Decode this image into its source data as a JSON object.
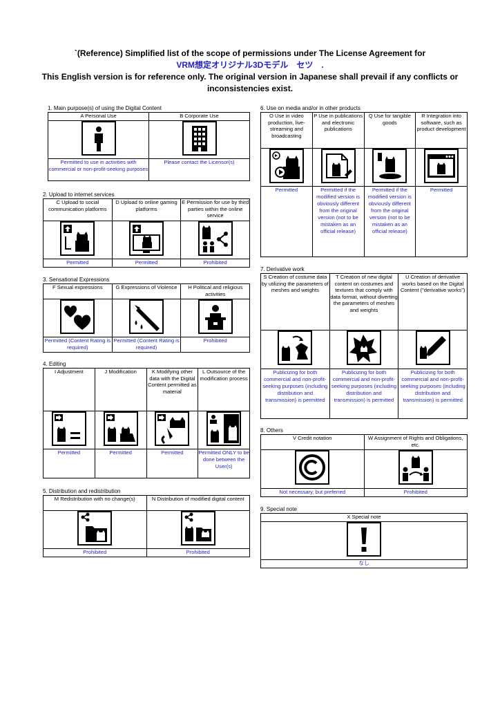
{
  "header": {
    "line1": "`(Reference) Simplified list of the scope of permissions under The License Agreement for",
    "line2": "VRM想定オリジナル3Dモデル　セツ　.",
    "line3": "This English version is for reference only. The original version in Japanese shall prevail if any conflicts or",
    "line4": "inconsistencies exist."
  },
  "colors": {
    "status_text": "#1f1fc8",
    "border": "#000000"
  },
  "sections": {
    "s1": {
      "title": "1. Main purpose(s) of using the Digital Content",
      "items": [
        {
          "label": "A Personal Use",
          "icon": "person-icon",
          "status": "Permitted to use in activities with commercial or non-profit-seeking purposes"
        },
        {
          "label": "B  Corporate Use",
          "icon": "building-icon",
          "status": "Please contact the Licensor(s)"
        }
      ]
    },
    "s2": {
      "title": "2. Upload to internet services",
      "items": [
        {
          "label": "C Upload to social communication platforms",
          "icon": "upload-social-icon",
          "status": "Permitted"
        },
        {
          "label": "D Upload to online gaming platforms",
          "icon": "upload-gaming-icon",
          "status": "Permitted"
        },
        {
          "label": "E Permission for use by third parties within the online service",
          "icon": "third-party-share-icon",
          "status": "Prohibited"
        }
      ]
    },
    "s3": {
      "title": "3. Sensational Expressions",
      "items": [
        {
          "label": "F Sexual expressions",
          "icon": "hearts-icon",
          "status": "Permitted (Content Rating is required)"
        },
        {
          "label": "G Expressions of Violence",
          "icon": "knife-icon",
          "status": "Permitted (Content Rating is required)"
        },
        {
          "label": "H Political and religious activities",
          "icon": "podium-icon",
          "status": "Prohibited"
        }
      ]
    },
    "s4": {
      "title": "4. Editing",
      "items": [
        {
          "label": "I Adjustment",
          "icon": "adjustment-icon",
          "status": "Permitted"
        },
        {
          "label": "J Modification",
          "icon": "modification-icon",
          "status": "Permitted"
        },
        {
          "label": "K Modifying other data with the Digital Content permitted as material",
          "icon": "material-icon",
          "status": "Permitted"
        },
        {
          "label": "L Outsource of the modification process",
          "icon": "outsource-icon",
          "status": "Permitted ONLY to be done between the User(s)"
        }
      ]
    },
    "s5": {
      "title": "5. Distribution and redistribution",
      "items": [
        {
          "label": "M Redistribution with no change(s)",
          "icon": "redistribution-icon",
          "status": "Prohibited"
        },
        {
          "label": "N Distribution of modified digital content",
          "icon": "modified-distribution-icon",
          "status": "Prohibited"
        }
      ]
    },
    "s6": {
      "title": "6. Use on media and/or in other products",
      "items": [
        {
          "label": "O Use in video production, live-streaming and broadcasting",
          "icon": "video-icon",
          "status": "Permitted"
        },
        {
          "label": "P Use in publications and electronic publications",
          "icon": "publication-icon",
          "status": "Permitted if the modified version is obviously different from the original version (not to be mistaken as an official release)"
        },
        {
          "label": "Q Use for tangible goods",
          "icon": "goods-icon",
          "status": "Permitted if the modified version is obviously different from the original version (not to be mistaken as an official release)"
        },
        {
          "label": "R Integration into software, such as product development",
          "icon": "software-icon",
          "status": "Permitted"
        }
      ]
    },
    "s7": {
      "title": "7. Derivative work",
      "items": [
        {
          "label": "S Creation of costume data by utilizing the parameters of meshes and weights",
          "icon": "costume-icon",
          "status": "Publicizing for both commercial and non-profit-seeking purposes (including distribution and transmission) is permitted"
        },
        {
          "label": "T Creation of new digital content on costumes and textures that comply with data format, without diverting the parameters of meshes and weights",
          "icon": "texture-icon",
          "status": "Publicizing for both commercial and non-profit-seeking purposes (including distribution and transmission) is permitted"
        },
        {
          "label": "U Creation of derivative works based on the Digital Content (\"derivative works\")",
          "icon": "pen-icon",
          "status": "Publicizing for both commercial and non-profit-seeking purposes (including distribution and transmission) is permitted"
        }
      ]
    },
    "s8": {
      "title": "8. Others",
      "items": [
        {
          "label": "V Credit notation",
          "icon": "copyright-icon",
          "status": "Not necessary, but preferred"
        },
        {
          "label": "W Assignment of Rights and Obligations, etc.",
          "icon": "assignment-icon",
          "status": "Prohibited"
        }
      ]
    },
    "s9": {
      "title": "9. Special note",
      "items": [
        {
          "label": "X Special note",
          "icon": "exclamation-icon",
          "status": "なし"
        }
      ]
    }
  }
}
